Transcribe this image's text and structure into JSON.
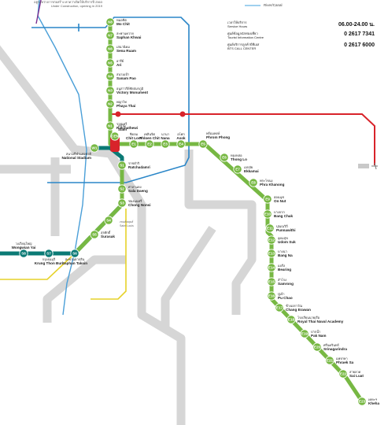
{
  "info": {
    "legend_label": "River/Canal",
    "service_hours_th": "เวลาให้บริการ",
    "service_hours_en": "Service Hours",
    "service_hours_value": "06.00-24.00 น.",
    "tourist_center_th": "ศูนย์ข้อมูลนักท่องเที่ยว",
    "tourist_center_en": "Tourist Information Centre",
    "tourist_center_value": "0 2617 7341",
    "call_center_th": "ศูนย์บริการลูกค้าบีทีเอส",
    "call_center_en": "BTS CALL CENTER",
    "call_center_value": "0 2617 6000"
  },
  "notes": {
    "under_construction_th": "อยู่ระหว่างการก่อสร้าง คาดว่าเปิดให้บริการปี 2563",
    "under_construction_en": "Under Construction, opening in 2019"
  },
  "colors": {
    "sukhumvit": "#77b843",
    "silom": "#0b7a75",
    "blue": "#2a86c8",
    "red": "#d8232a",
    "purple": "#7a2e8f",
    "yellow": "#e6d22a",
    "road": "#d4d4d4",
    "river": "#4a9fd8"
  },
  "stations": {
    "n8": {
      "code": "N8",
      "th": "หมอชิต",
      "en": "Mo Chit"
    },
    "n7": {
      "code": "N7",
      "th": "สะพานควาย",
      "en": "Saphan Khwai"
    },
    "n6": {
      "code": "N6",
      "th": "เสนานิคม",
      "en": "Sena Ruam"
    },
    "n5": {
      "code": "N5",
      "th": "อารีย์",
      "en": "Ari"
    },
    "n4": {
      "code": "N4",
      "th": "สนามเป้า",
      "en": "Sanam Pao"
    },
    "n3": {
      "code": "N3",
      "th": "อนุสาวรีย์ชัยสมรภูมิ",
      "en": "Victory Monument"
    },
    "n2": {
      "code": "N2",
      "th": "พญาไท",
      "en": "Phaya Thai"
    },
    "n1": {
      "code": "N1",
      "th": "ราชเทวี",
      "en": "Ratchathewi"
    },
    "cen": {
      "code": "CEN",
      "th": "สยาม",
      "en": "Siam"
    },
    "w1": {
      "code": "W1",
      "th": "สนามกีฬาแห่งชาติ",
      "en": "National Stadium"
    },
    "e1": {
      "code": "E1",
      "th": "ชิดลม",
      "en": "Chit Lom"
    },
    "e2": {
      "code": "E2",
      "th": "เพลินจิต",
      "en": "Phloen Chit"
    },
    "e3": {
      "code": "E3",
      "th": "นานา",
      "en": "Nana"
    },
    "e4": {
      "code": "E4",
      "th": "อโศก",
      "en": "Asok"
    },
    "e5": {
      "code": "E5",
      "th": "พร้อมพงษ์",
      "en": "Phrom Phong"
    },
    "e6": {
      "code": "E6",
      "th": "ทองหล่อ",
      "en": "Thong Lo"
    },
    "e7": {
      "code": "E7",
      "th": "เอกมัย",
      "en": "Ekkamai"
    },
    "e8": {
      "code": "E8",
      "th": "พระโขนง",
      "en": "Phra Khanong"
    },
    "e9": {
      "code": "E9",
      "th": "อ่อนนุช",
      "en": "On Nut"
    },
    "e10": {
      "code": "E10",
      "th": "บางจาก",
      "en": "Bang Chak"
    },
    "e11": {
      "code": "E11",
      "th": "ปุณณวิถี",
      "en": "Punnawithi"
    },
    "e12": {
      "code": "E12",
      "th": "อุดมสุข",
      "en": "Udom Suk"
    },
    "e13": {
      "code": "E13",
      "th": "บางนา",
      "en": "Bang Na"
    },
    "e14": {
      "code": "E14",
      "th": "แบริ่ง",
      "en": "Bearing"
    },
    "e15": {
      "code": "E15",
      "th": "สำโรง",
      "en": "Samrong"
    },
    "e16": {
      "code": "E16",
      "th": "ปู่เจ้า",
      "en": "Pu Chao"
    },
    "e17": {
      "code": "E17",
      "th": "ช้างเอราวัณ",
      "en": "Chang Erawan"
    },
    "e18": {
      "code": "E18",
      "th": "โรงเรียนนายเรือ",
      "en": "Royal Thai Naval Academy"
    },
    "e19": {
      "code": "E19",
      "th": "ปากน้ำ",
      "en": "Pak Nam"
    },
    "e20": {
      "code": "E20",
      "th": "ศรีนครินทร์",
      "en": "Srinagarindra"
    },
    "e21": {
      "code": "E21",
      "th": "แพรกษา",
      "en": "Phraek Sa"
    },
    "e22": {
      "code": "E22",
      "th": "สายลวด",
      "en": "Sai Luat"
    },
    "e23": {
      "code": "E23",
      "th": "เคหะฯ",
      "en": "Kheha"
    },
    "s1": {
      "code": "S1",
      "th": "ราชดำริ",
      "en": "Ratchadamri"
    },
    "s2": {
      "code": "S2",
      "th": "ศาลาแดง",
      "en": "Sala Daeng"
    },
    "s3": {
      "code": "S3",
      "th": "ช่องนนทรี",
      "en": "Chong Nonsi"
    },
    "s4": {
      "code": "S4",
      "th": "",
      "en": ""
    },
    "s5": {
      "code": "S5",
      "th": "สุรศักดิ์",
      "en": "Surasak"
    },
    "s6": {
      "code": "S6",
      "th": "สะพานตากสิน",
      "en": "Saphan Taksin"
    },
    "s7": {
      "code": "S7",
      "th": "กรุงธนบุรี",
      "en": "Krung Thon Buri"
    },
    "s8": {
      "code": "S8",
      "th": "วงเวียนใหญ่",
      "en": "Wongwian Yai"
    }
  },
  "bts_labels": {
    "s4_name_th": "เซนต์หลุยส์",
    "s4_name_en": "Saint Louis"
  }
}
